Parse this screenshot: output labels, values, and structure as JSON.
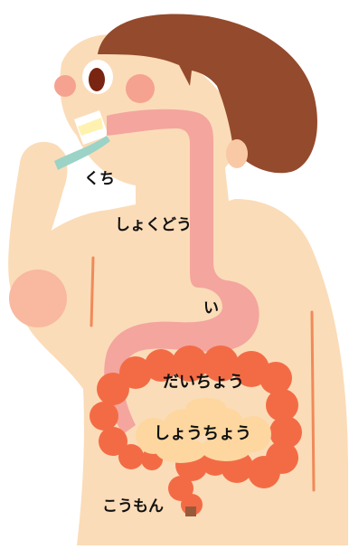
{
  "labels": {
    "mouth": "くち",
    "esophagus": "しょくどう",
    "stomach": "い",
    "large_intestine": "だいちょう",
    "small_intestine": "しょうちょう",
    "anus": "こうもん"
  },
  "colors": {
    "skin": "#fbdcb8",
    "hair": "#944a2c",
    "cheek": "#f6a290",
    "digestive_tract": "#f4a59e",
    "large_intestine": "#f36b45",
    "small_intestine": "#fdd79f",
    "toothbrush": "#9bd3c6",
    "anus": "#9a5a3a"
  }
}
